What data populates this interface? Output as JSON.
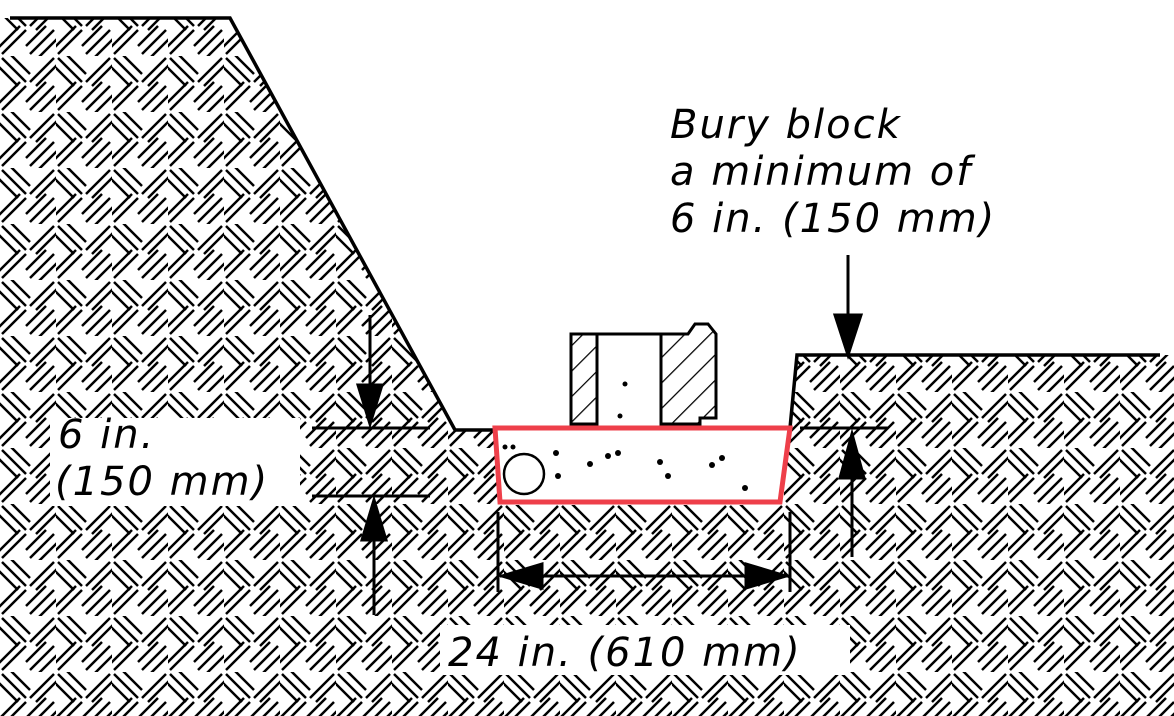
{
  "labels": {
    "bury_line1": "Bury block",
    "bury_line2": "a minimum of",
    "bury_line3": "6 in. (150 mm)",
    "depth_line1": "6 in.",
    "depth_line2": "(150 mm)",
    "width": "24 in. (610 mm)"
  },
  "colors": {
    "highlight": "#ee3f4a",
    "ink": "#000000"
  }
}
